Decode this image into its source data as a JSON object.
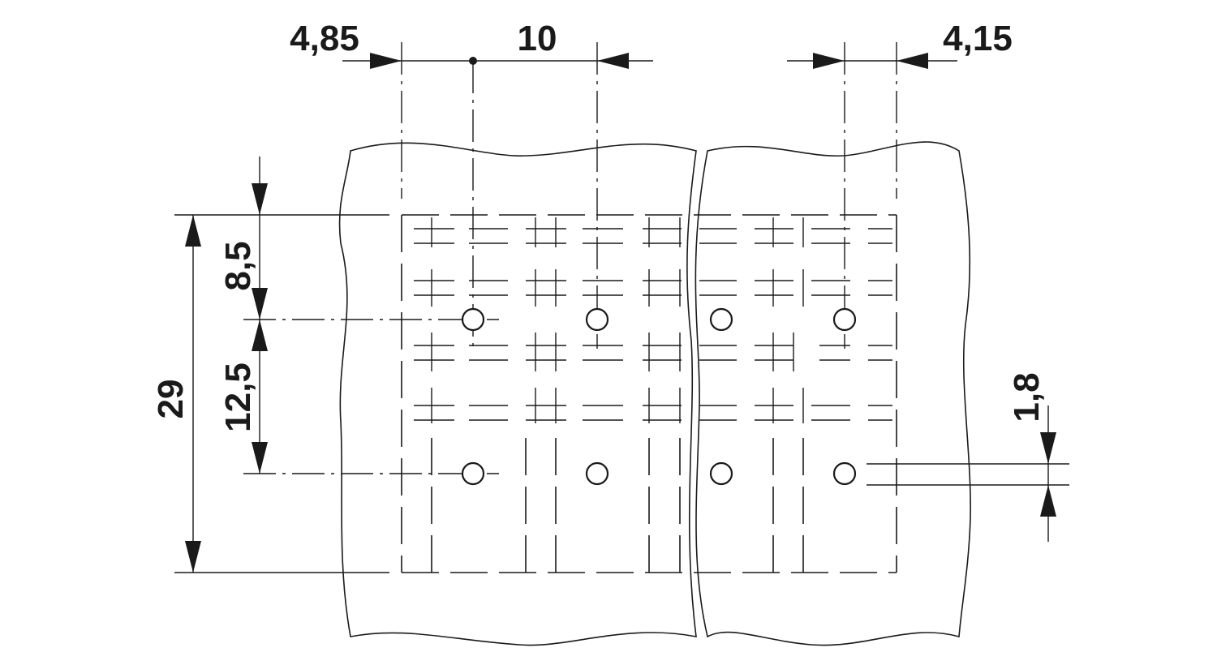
{
  "drawing": {
    "dimensions": {
      "left_offset": "4,85",
      "pitch": "10",
      "right_offset": "4,15",
      "row_offset": "8,5",
      "row_pitch": "12,5",
      "total_height": "29",
      "hole_diameter": "1,8"
    },
    "colors": {
      "line": "#1a1a1a",
      "background": "#ffffff"
    }
  }
}
